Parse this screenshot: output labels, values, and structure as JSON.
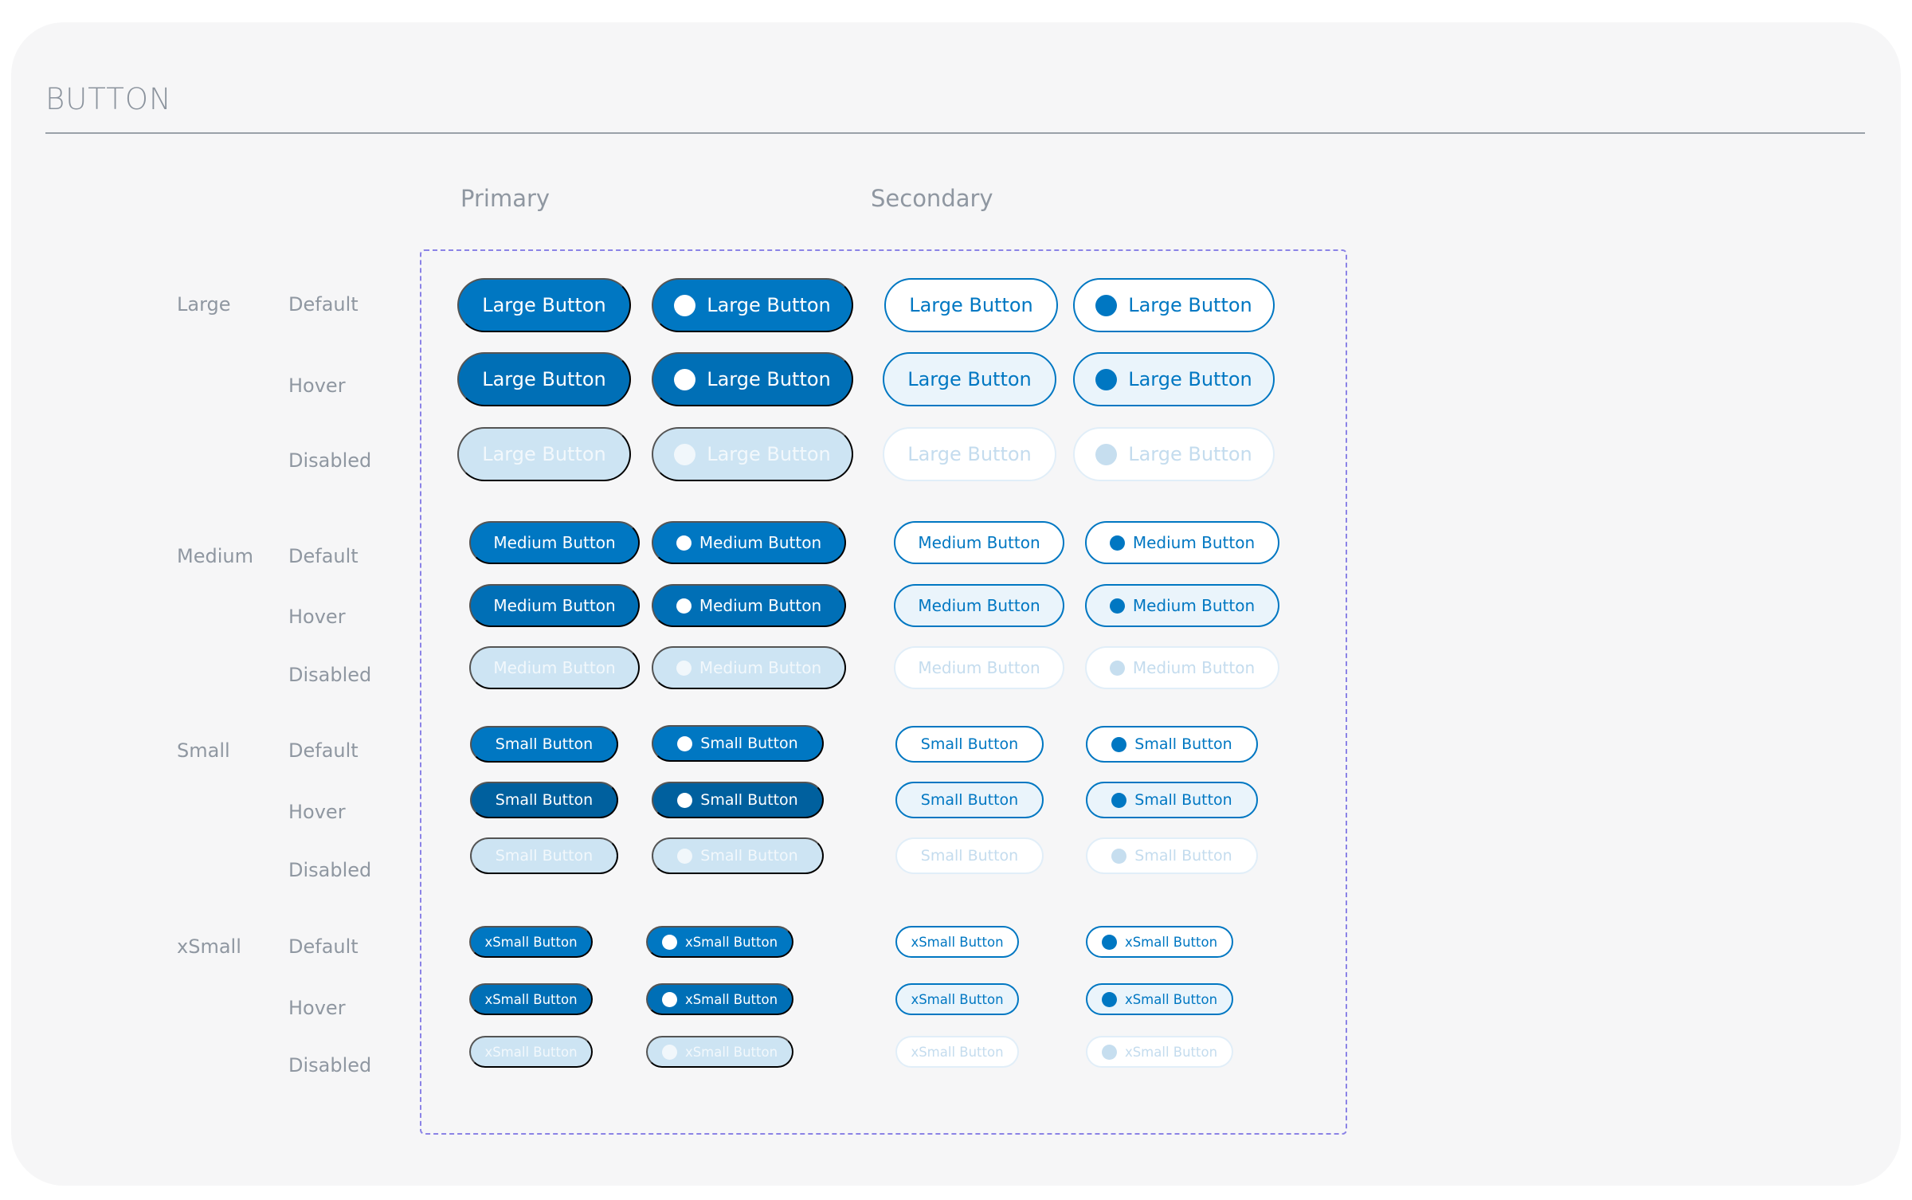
{
  "page": {
    "title": "BUTTON"
  },
  "columns": {
    "primary": "Primary",
    "secondary": "Secondary"
  },
  "sizes": {
    "large": "Large",
    "medium": "Medium",
    "small": "Small",
    "xsmall": "xSmall"
  },
  "states": {
    "default": "Default",
    "hover": "Hover",
    "disabled": "Disabled"
  },
  "buttons": {
    "large": "Large Button",
    "medium": "Medium Button",
    "small": "Small Button",
    "xsmall": "xSmall Button"
  },
  "colors": {
    "primary": "#0077c2",
    "primary_disabled": "#cde4f3",
    "secondary_hover_bg": "#eaf4fb",
    "frame_dash": "#8b83e6",
    "label_gray": "#8f97a1"
  }
}
